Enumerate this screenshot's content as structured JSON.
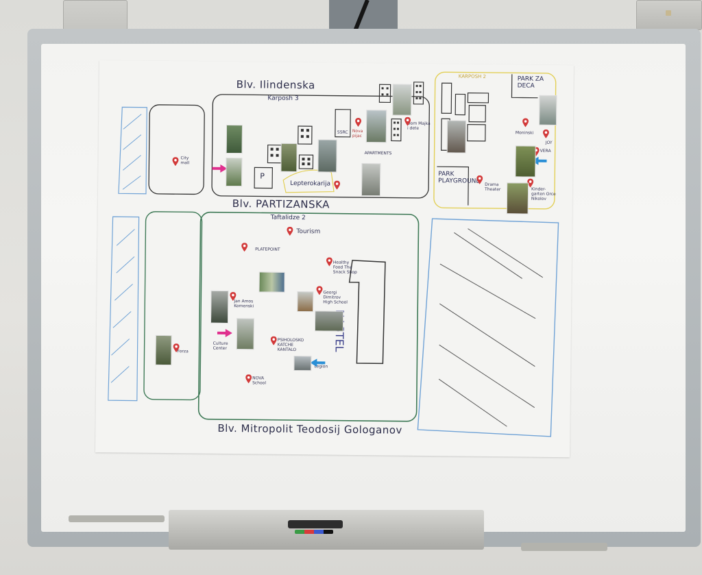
{
  "map": {
    "streets": {
      "top": "Blv. Ilindenska",
      "middle": "Blv. PARTIZANSKA",
      "bottom": "Blv. Mitropolit Teodosij Gologanov"
    },
    "areas": {
      "karposh3": "Karposh 3",
      "karposh2": "KARPOSH 2",
      "taftalidze2": "Taftalidze 2",
      "lepterokarija": "Lepterokarija",
      "nastel": "NASTEL",
      "park_za_deca": "PARK ZA DECA",
      "park_playground": "PARK PLAYGROUND",
      "parking": "P"
    },
    "places": {
      "city_mall": "City mall",
      "nova_pijac": "Nova pijac",
      "ssrc": "SSRC",
      "dom_majka": "Dom Majka i dete",
      "apartments": "APARTMENTS",
      "moninski": "Moninski",
      "joy": "JOY",
      "vera": "VERA",
      "drama_theater": "Drama Theater",
      "kindergarten": "Kinder-garten Orce Nikolov",
      "tourism": "Tourism",
      "platepoint": "PLATEPOINT",
      "healthy_food": "Healthy Food The Snack Shop",
      "georgi": "Georgi Dimitrov High School",
      "jan_amos": "Jan Amos Komenski",
      "culture_center": "Culture Center",
      "psiholosko": "PSIHOLOSKO KATCHE KANTALO",
      "legion": "Legion",
      "nova_school": "NOVA School",
      "forza": "Forza"
    }
  },
  "colors": {
    "pin": "#d23a3a",
    "arrow_pink": "#e0308e",
    "arrow_blue": "#2a8fd6",
    "green_outline": "#3f7a57",
    "yellow_outline": "#e2cf55",
    "blue_outline": "#6fa2d6",
    "ink": "#2c2d4a"
  },
  "icons": [
    "map-pin-icon",
    "arrow-right-icon",
    "arrow-left-icon",
    "building-icon",
    "speaker-logo-icon"
  ]
}
